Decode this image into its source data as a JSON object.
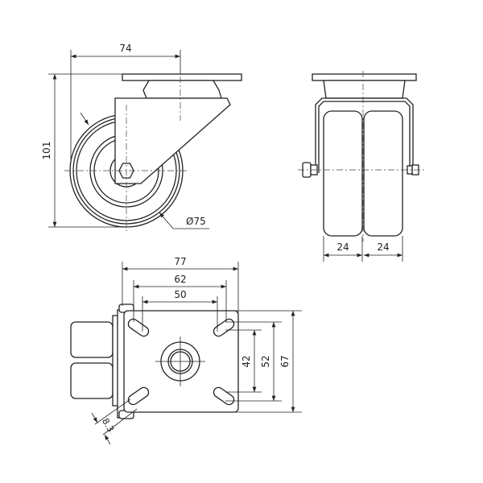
{
  "title": "Twin-wheel swivel castor dimension drawing",
  "side_view": {
    "width_label": "74",
    "height_label": "101",
    "diameter_label": "Ø75"
  },
  "front_view": {
    "wheel_width_left": "24",
    "wheel_width_right": "24"
  },
  "top_view": {
    "plate_length": "77",
    "hole_spacing_outer": "62",
    "hole_spacing_inner": "50",
    "hole_spacing_v_inner": "42",
    "hole_spacing_v_outer": "52",
    "plate_width": "67",
    "slot_width": "8.3"
  },
  "colors": {
    "line": "#222222",
    "background": "#ffffff"
  }
}
